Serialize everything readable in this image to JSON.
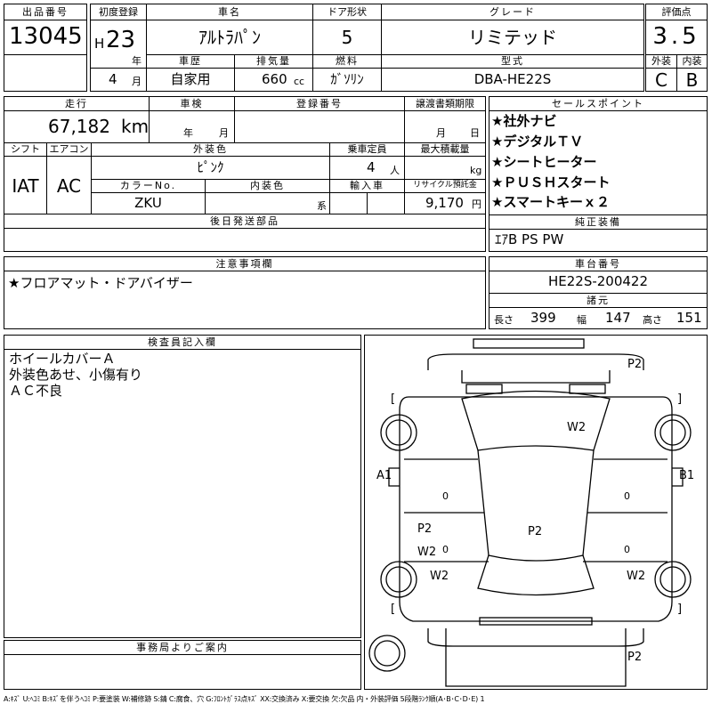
{
  "header": {
    "lot_no_label": "出品番号",
    "lot_no": "13045",
    "first_reg_label": "初度登録",
    "era": "H",
    "year": "23",
    "year_unit": "年",
    "month": "4",
    "month_unit": "月",
    "car_name_label": "車名",
    "car_name": "ｱﾙﾄﾗﾊﾟﾝ",
    "doors_label": "ドア形状",
    "doors": "5",
    "grade_label": "グレード",
    "grade": "リミテッド",
    "score_label": "評価点",
    "score": "3.5",
    "history_label": "車歴",
    "history": "自家用",
    "displacement_label": "排気量",
    "displacement": "660",
    "displacement_unit": "cc",
    "fuel_label": "燃料",
    "fuel": "ｶﾞｿﾘﾝ",
    "model_code_label": "型式",
    "model_code": "DBA-HE22S",
    "exterior_grade_label": "外装",
    "exterior_grade": "C",
    "interior_grade_label": "内装",
    "interior_grade": "B"
  },
  "section2": {
    "mileage_label": "走行",
    "mileage": "67,182",
    "mileage_unit": "km",
    "inspection_label": "車検",
    "insp_year_unit": "年",
    "insp_month_unit": "月",
    "reg_no_label": "登録番号",
    "doc_deadline_label": "譲渡書類期限",
    "doc_month_unit": "月",
    "doc_day_unit": "日",
    "shift_label": "シフト",
    "shift": "IAT",
    "ac_label": "エアコン",
    "ac": "AC",
    "ext_color_label": "外装色",
    "ext_color": "ﾋﾟﾝｸ",
    "capacity_label": "乗車定員",
    "capacity": "4",
    "capacity_unit": "人",
    "max_load_label": "最大積載量",
    "max_load_unit": "kg",
    "color_no_label": "カラーNo.",
    "color_no": "ZKU",
    "int_color_label": "内装色",
    "int_color_unit": "系",
    "import_label": "輸入車",
    "recycle_label": "リサイクル預託金",
    "recycle": "9,170",
    "recycle_unit": "円",
    "later_parts_label": "後日発送部品"
  },
  "selling_points": {
    "label": "セールスポイント",
    "items": [
      "★社外ナビ",
      "★デジタルＴＶ",
      "★シートヒーター",
      "★ＰＵＳＨスタート",
      "★スマートキーｘ２"
    ]
  },
  "standard_equipment": {
    "label": "純正装備",
    "value": "ｴｱB PS PW"
  },
  "notes": {
    "label": "注意事項欄",
    "value": "★フロアマット・ドアバイザー"
  },
  "chassis": {
    "label": "車台番号",
    "value": "HE22S-200422",
    "spec_label": "諸元",
    "length_label": "長さ",
    "length": "399",
    "width_label": "幅",
    "width": "147",
    "height_label": "高さ",
    "height": "151"
  },
  "inspector": {
    "label": "検査員記入欄",
    "lines": [
      "ホイールカバーＡ",
      "外装色あせ、小傷有り",
      "ＡＣ不良"
    ]
  },
  "office": {
    "label": "事務局よりご案内"
  },
  "diagram": {
    "marks": [
      "P2",
      "W2",
      "A1",
      "B1",
      "P2",
      "P2",
      "W2",
      "W2",
      "W2",
      "P2"
    ],
    "bracket_open": "[",
    "bracket_close": "]",
    "zero": "0"
  },
  "legend": "A:ｷｽﾞ U:ﾍｺﾐ B:ｷｽﾞを伴うﾍｺﾐ P:要塗装 W:補修跡 S:錆 C:腐食、穴 G:ﾌﾛﾝﾄｶﾞﾗｽ点ｷｽﾞ XX:交換済み X:要交換 欠:欠品 内・外装評価 5段階ﾗﾝｸ順(A･B･C･D･E) 1"
}
